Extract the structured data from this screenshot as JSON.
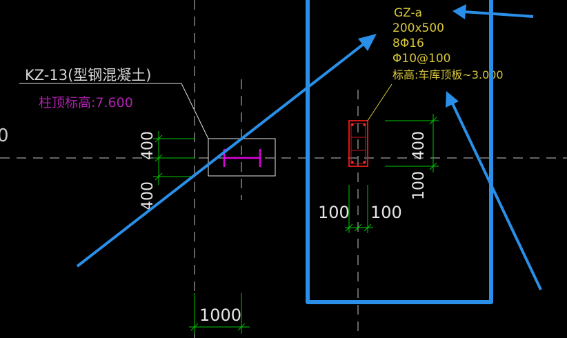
{
  "colors": {
    "background": "#000000",
    "axis": "#c8c8c8",
    "dimension": "#00c800",
    "column_outline": "#e6e6e6",
    "steel": "#e000e0",
    "rebar": "#d01818",
    "annotation_yellow": "#d8c83a",
    "annotation_magenta": "#b020b0",
    "callout_blue": "#2a8fe8"
  },
  "kz_label": {
    "name": "KZ-13(型钢混凝土)",
    "elevation": "柱顶标高:7.600"
  },
  "gz_label": {
    "name": "GZ-a",
    "section": "200x500",
    "main_bars": "8Φ16",
    "stirrups": "Φ10@100",
    "elevation": "标高:车库顶板~3.000"
  },
  "dimensions": {
    "left_upper": "400",
    "left_lower": "400",
    "bottom_width": "1000",
    "gz_left": "100",
    "gz_right": "100",
    "gz_upper": "400",
    "gz_lower": "100"
  },
  "axis_edge_text": "0"
}
